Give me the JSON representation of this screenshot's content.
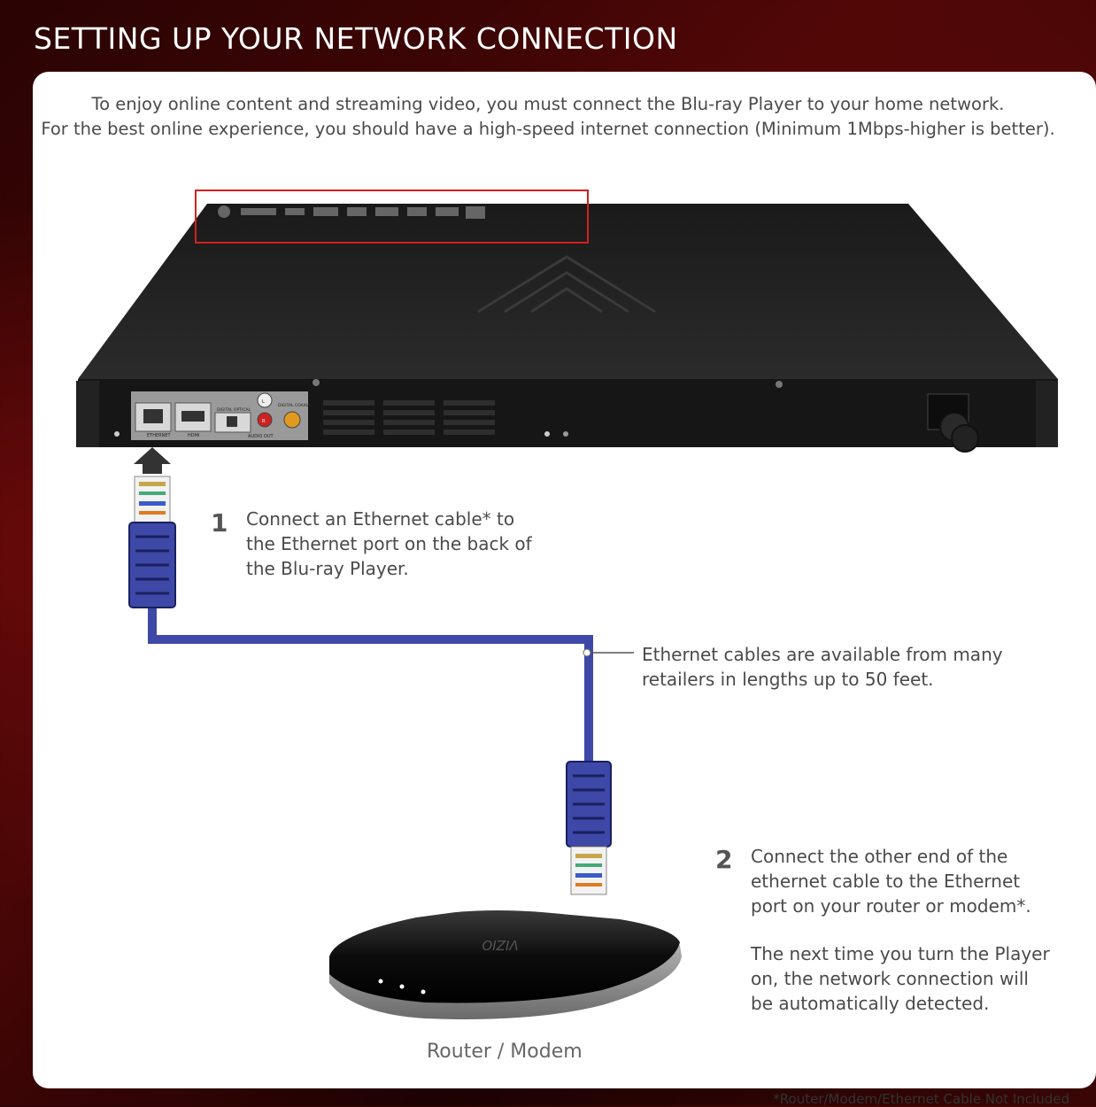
{
  "title": "SETTING UP YOUR NETWORK CONNECTION",
  "intro": {
    "line1": "To enjoy online content and streaming video, you must connect the Blu-ray Player to your home network.",
    "line2": "For the best online experience, you should have a high-speed internet connection (Minimum 1Mbps-higher is better)."
  },
  "step1": {
    "number": "1",
    "lines": [
      "Connect an Ethernet cable* to",
      "the Ethernet port on the back of",
      "the Blu-ray Player."
    ]
  },
  "cable_note": {
    "lines": [
      "Ethernet cables are available from many",
      "retailers in lengths up to 50 feet."
    ]
  },
  "step2": {
    "number": "2",
    "lines": [
      "Connect the other end of the",
      "ethernet cable to the Ethernet",
      "port on your router or modem*."
    ],
    "note_lines": [
      "The next time you turn the Player",
      "on, the network connection will",
      "be automatically detected."
    ]
  },
  "router_label": "Router / Modem",
  "router_logo": "VIZIO",
  "player_ports": {
    "ethernet": "ETHERNET",
    "hdmi": "HDMI",
    "optical": "DIGITAL OPTICAL",
    "coaxial": "DIGITAL COAXIAL",
    "audio_out": "AUDIO OUT",
    "l": "L",
    "r": "R"
  },
  "footnote": "*Router/Modem/Ethernet Cable Not Included",
  "colors": {
    "cable": "#3e48a6",
    "highlight_box": "#d42020",
    "background": "#4a0606"
  }
}
